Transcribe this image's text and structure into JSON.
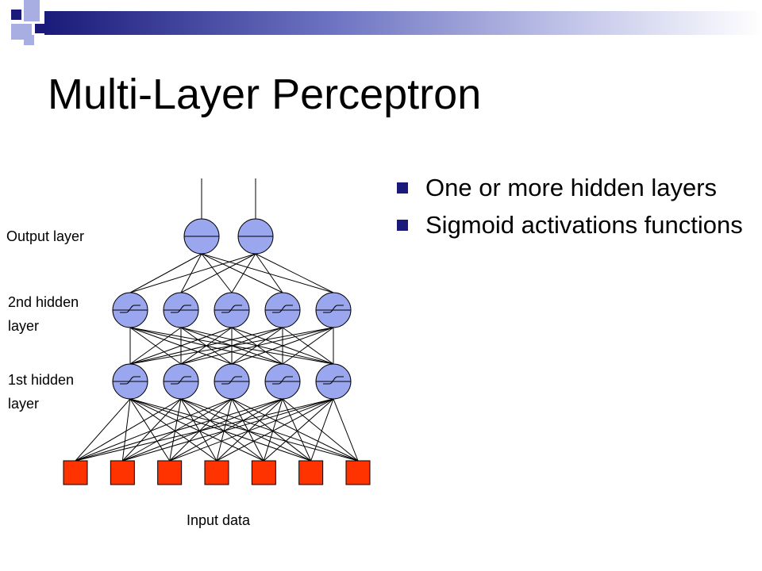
{
  "slide": {
    "title": "Multi-Layer Perceptron",
    "bullets": [
      "One or more hidden layers",
      "Sigmoid activations functions"
    ]
  },
  "diagram": {
    "labels": {
      "output_layer": "Output layer",
      "hidden_layer_2": "2nd hidden layer",
      "hidden_layer_1": "1st hidden layer",
      "input_data": "Input data"
    },
    "layers": [
      {
        "name": "input",
        "nodes": 7,
        "shape": "square"
      },
      {
        "name": "hidden-1",
        "nodes": 5,
        "shape": "circle",
        "activation": "sigmoid"
      },
      {
        "name": "hidden-2",
        "nodes": 5,
        "shape": "circle",
        "activation": "sigmoid"
      },
      {
        "name": "output",
        "nodes": 2,
        "shape": "circle"
      }
    ],
    "colors": {
      "neuron_fill": "#9aa6ee",
      "input_fill": "#ff3300",
      "edge": "#000000",
      "accent_dark": "#1a1a7a",
      "accent_light": "#a9aee2"
    }
  }
}
